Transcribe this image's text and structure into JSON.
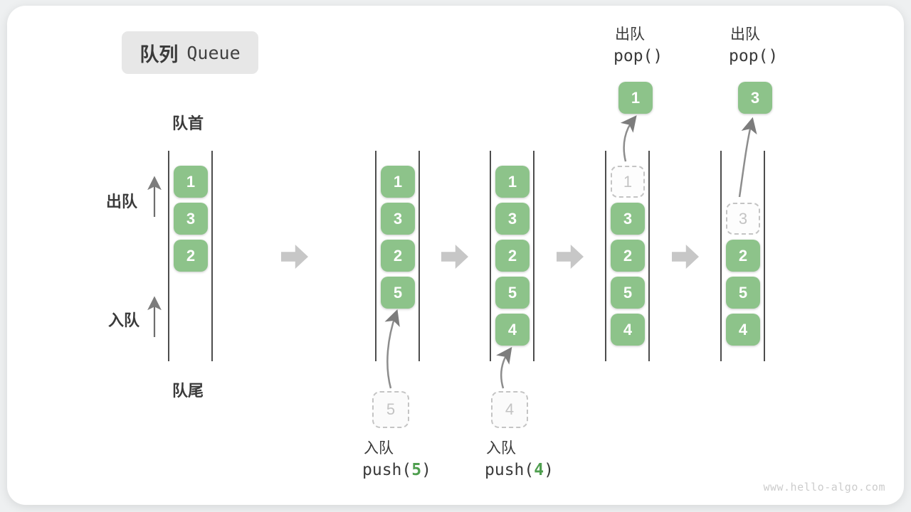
{
  "title": {
    "zh": "队列",
    "en": "Queue"
  },
  "labels": {
    "front": "队首",
    "rear": "队尾",
    "dequeue_side": "出队",
    "enqueue_side": "入队"
  },
  "watermark": "www.hello-algo.com",
  "colors": {
    "item_green": "#8dc38a",
    "code_arg_green": "#4e9e4e",
    "ghost_gray": "#c4c4c4",
    "block_arrow_gray": "#c7c7c7",
    "curve_arrow_gray": "#8d8d8d"
  },
  "columns": [
    {
      "slots": [
        {
          "value": "1"
        },
        {
          "value": "3"
        },
        {
          "value": "2"
        }
      ]
    },
    {
      "slots": [
        {
          "value": "1"
        },
        {
          "value": "3"
        },
        {
          "value": "2"
        },
        {
          "value": "5"
        }
      ],
      "staged": {
        "value": "5"
      },
      "op": {
        "action": "入队",
        "code_pre": "push(",
        "code_arg": "5",
        "code_post": ")"
      }
    },
    {
      "slots": [
        {
          "value": "1"
        },
        {
          "value": "3"
        },
        {
          "value": "2"
        },
        {
          "value": "5"
        },
        {
          "value": "4"
        }
      ],
      "staged": {
        "value": "4"
      },
      "op": {
        "action": "入队",
        "code_pre": "push(",
        "code_arg": "4",
        "code_post": ")"
      }
    },
    {
      "slots": [
        {
          "value": "1",
          "ghost": true
        },
        {
          "value": "3"
        },
        {
          "value": "2"
        },
        {
          "value": "5"
        },
        {
          "value": "4"
        }
      ],
      "popped": {
        "value": "1"
      },
      "op": {
        "action": "出队",
        "code": "pop()"
      }
    },
    {
      "slots": [
        {
          "value": "3",
          "ghost": true
        },
        {
          "value": "2"
        },
        {
          "value": "5"
        },
        {
          "value": "4"
        }
      ],
      "popped": {
        "value": "3"
      },
      "op": {
        "action": "出队",
        "code": "pop()"
      }
    }
  ]
}
